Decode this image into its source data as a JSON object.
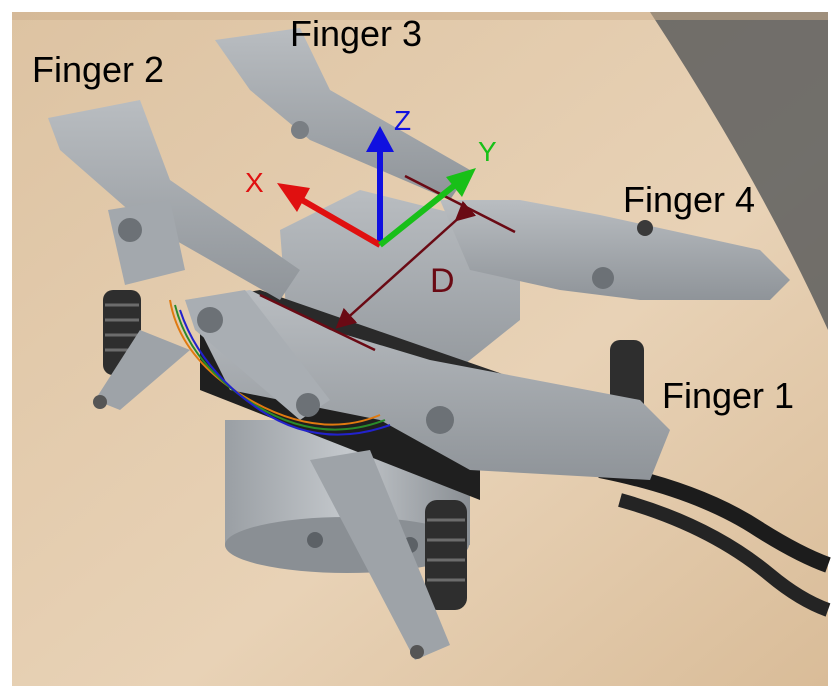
{
  "labels": {
    "finger1": "Finger 1",
    "finger2": "Finger 2",
    "finger3": "Finger 3",
    "finger4": "Finger 4",
    "distance": "D"
  },
  "axes": {
    "x": {
      "label": "X",
      "color": "#e01010"
    },
    "y": {
      "label": "Y",
      "color": "#18c018"
    },
    "z": {
      "label": "Z",
      "color": "#1010e0"
    }
  },
  "colors": {
    "distance_line": "#6a0a14",
    "gripper_plastic": "#9ea3a8",
    "spring": "#2e2e2e",
    "table": "#e4c9a6"
  }
}
